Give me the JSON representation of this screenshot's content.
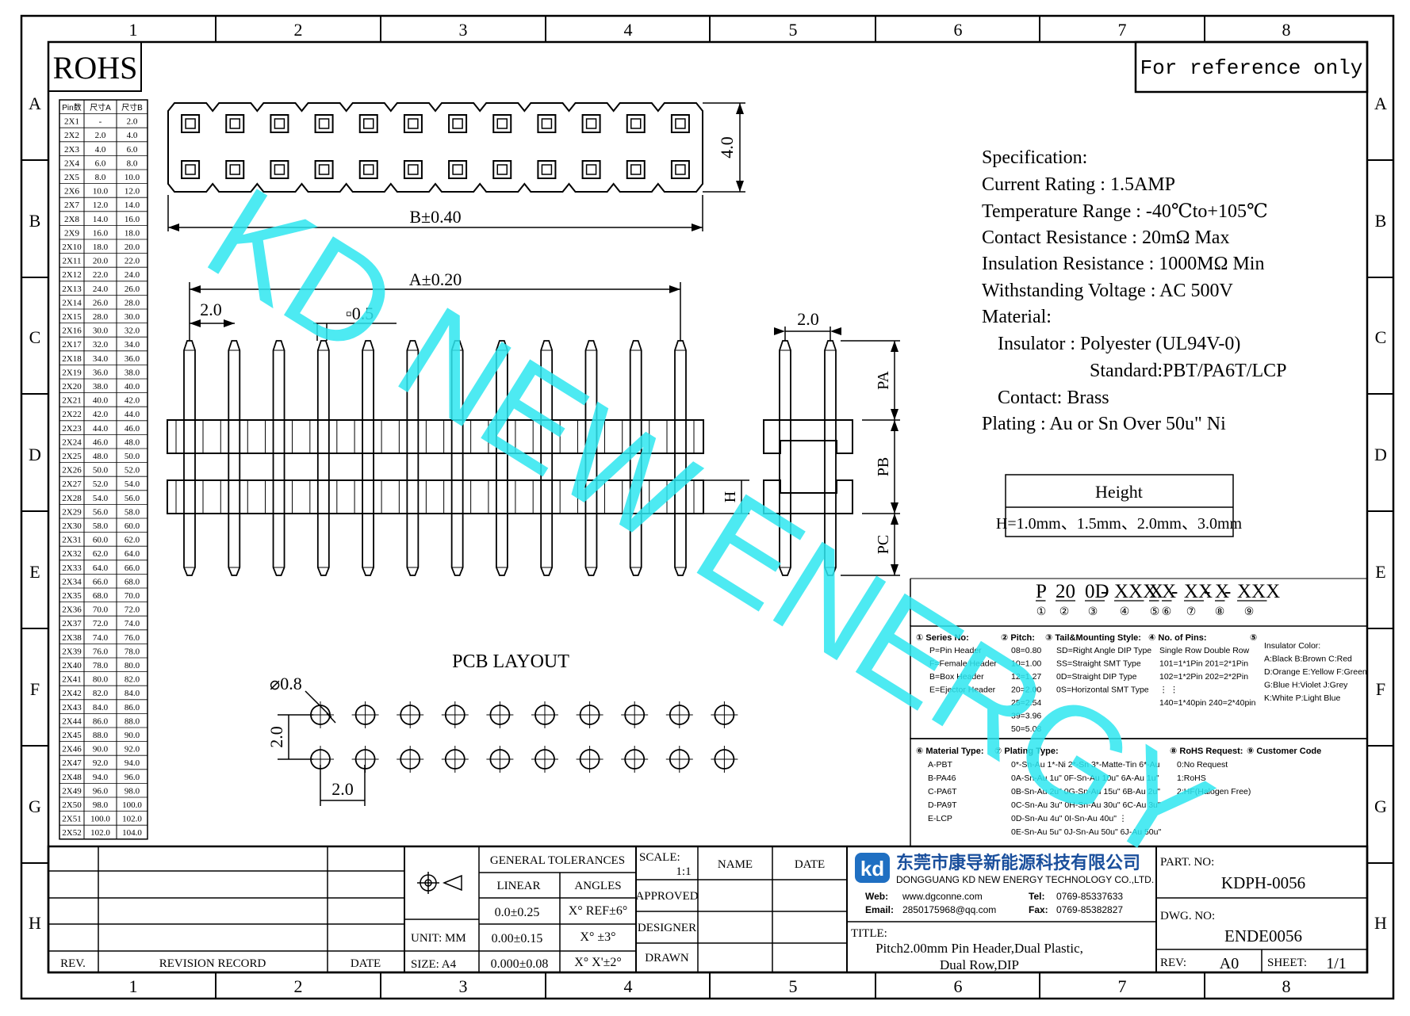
{
  "border": {
    "cols": [
      "1",
      "2",
      "3",
      "4",
      "5",
      "6",
      "7",
      "8"
    ],
    "rows": [
      "A",
      "B",
      "C",
      "D",
      "E",
      "F",
      "G",
      "H"
    ]
  },
  "rohs_label": "ROHS",
  "reference_note": "For reference only",
  "pin_table": {
    "headers": [
      "Pin数",
      "尺寸A",
      "尺寸B"
    ],
    "rows": [
      [
        "2X1",
        "-",
        "2.0"
      ],
      [
        "2X2",
        "2.0",
        "4.0"
      ],
      [
        "2X3",
        "4.0",
        "6.0"
      ],
      [
        "2X4",
        "6.0",
        "8.0"
      ],
      [
        "2X5",
        "8.0",
        "10.0"
      ],
      [
        "2X6",
        "10.0",
        "12.0"
      ],
      [
        "2X7",
        "12.0",
        "14.0"
      ],
      [
        "2X8",
        "14.0",
        "16.0"
      ],
      [
        "2X9",
        "16.0",
        "18.0"
      ],
      [
        "2X10",
        "18.0",
        "20.0"
      ],
      [
        "2X11",
        "20.0",
        "22.0"
      ],
      [
        "2X12",
        "22.0",
        "24.0"
      ],
      [
        "2X13",
        "24.0",
        "26.0"
      ],
      [
        "2X14",
        "26.0",
        "28.0"
      ],
      [
        "2X15",
        "28.0",
        "30.0"
      ],
      [
        "2X16",
        "30.0",
        "32.0"
      ],
      [
        "2X17",
        "32.0",
        "34.0"
      ],
      [
        "2X18",
        "34.0",
        "36.0"
      ],
      [
        "2X19",
        "36.0",
        "38.0"
      ],
      [
        "2X20",
        "38.0",
        "40.0"
      ],
      [
        "2X21",
        "40.0",
        "42.0"
      ],
      [
        "2X22",
        "42.0",
        "44.0"
      ],
      [
        "2X23",
        "44.0",
        "46.0"
      ],
      [
        "2X24",
        "46.0",
        "48.0"
      ],
      [
        "2X25",
        "48.0",
        "50.0"
      ],
      [
        "2X26",
        "50.0",
        "52.0"
      ],
      [
        "2X27",
        "52.0",
        "54.0"
      ],
      [
        "2X28",
        "54.0",
        "56.0"
      ],
      [
        "2X29",
        "56.0",
        "58.0"
      ],
      [
        "2X30",
        "58.0",
        "60.0"
      ],
      [
        "2X31",
        "60.0",
        "62.0"
      ],
      [
        "2X32",
        "62.0",
        "64.0"
      ],
      [
        "2X33",
        "64.0",
        "66.0"
      ],
      [
        "2X34",
        "66.0",
        "68.0"
      ],
      [
        "2X35",
        "68.0",
        "70.0"
      ],
      [
        "2X36",
        "70.0",
        "72.0"
      ],
      [
        "2X37",
        "72.0",
        "74.0"
      ],
      [
        "2X38",
        "74.0",
        "76.0"
      ],
      [
        "2X39",
        "76.0",
        "78.0"
      ],
      [
        "2X40",
        "78.0",
        "80.0"
      ],
      [
        "2X41",
        "80.0",
        "82.0"
      ],
      [
        "2X42",
        "82.0",
        "84.0"
      ],
      [
        "2X43",
        "84.0",
        "86.0"
      ],
      [
        "2X44",
        "86.0",
        "88.0"
      ],
      [
        "2X45",
        "88.0",
        "90.0"
      ],
      [
        "2X46",
        "90.0",
        "92.0"
      ],
      [
        "2X47",
        "92.0",
        "94.0"
      ],
      [
        "2X48",
        "94.0",
        "96.0"
      ],
      [
        "2X49",
        "96.0",
        "98.0"
      ],
      [
        "2X50",
        "98.0",
        "100.0"
      ],
      [
        "2X51",
        "100.0",
        "102.0"
      ],
      [
        "2X52",
        "102.0",
        "104.0"
      ]
    ]
  },
  "dims": {
    "height_4": "4.0",
    "b_tol": "B±0.40",
    "a_tol": "A±0.20",
    "pitch_2": "2.0",
    "sq_05": "▫0.5",
    "side_pitch": "2.0",
    "pa": "PA",
    "pb": "PB",
    "pc": "PC",
    "h": "H",
    "pcb_title": "PCB LAYOUT",
    "hole_dia": "⌀0.8",
    "pcb_vert": "2.0",
    "pcb_horiz": "2.0"
  },
  "spec": {
    "lines": [
      "Specification:",
      "Current Rating : 1.5AMP",
      "Temperature Range : -40℃to+105℃",
      "Contact Resistance : 20mΩ Max",
      "Insulation Resistance : 1000MΩ Min",
      "Withstanding Voltage : AC 500V",
      "Material:",
      "Insulator : Polyester (UL94V-0)",
      "Standard:PBT/PA6T/LCP",
      "Contact: Brass",
      "Plating : Au or Sn Over 50u\" Ni"
    ]
  },
  "height_box": {
    "title": "Height",
    "value": "H=1.0mm、1.5mm、2.0mm、3.0mm"
  },
  "part_code": {
    "segments": [
      "P",
      "20",
      "0D",
      "-",
      "XXX",
      "X",
      "X",
      "-",
      "XX",
      "-",
      "X",
      "-",
      "XXX"
    ],
    "circled": [
      "①",
      "②",
      "③",
      "④",
      "⑤",
      "⑥",
      "⑦",
      "⑧",
      "⑨"
    ]
  },
  "legend_top": [
    {
      "head": "① Series No:",
      "lines": [
        "P=Pin Header",
        "F=Female Header",
        "B=Box Header",
        "E=Ejector Header"
      ]
    },
    {
      "head": "② Pitch:",
      "lines": [
        "08=0.80",
        "10=1.00",
        "12=1.27",
        "20=2.00",
        "25=2.54",
        "39=3.96",
        "50=5.08"
      ]
    },
    {
      "head": "③ Tail&Mounting Style:",
      "lines": [
        "SD=Right Angle DIP Type",
        "SS=Straight SMT Type",
        "0D=Straight DIP Type",
        "0S=Horizontal SMT Type"
      ]
    },
    {
      "head": "④ No. of Pins:",
      "lines": [
        "Single Row   Double Row",
        "101=1*1Pin   201=2*1Pin",
        "102=1*2Pin   202=2*2Pin",
        "  ⋮                ⋮",
        "140=1*40pin  240=2*40pin"
      ]
    },
    {
      "head": "⑤",
      "lines": [
        "Insulator Color:",
        "A:Black  B:Brown  C:Red",
        "D:Orange E:Yellow F:Green",
        "G:Blue   H:Violet J:Grey",
        "K:White  P:Light Blue"
      ]
    }
  ],
  "legend_bottom": [
    {
      "head": "⑥ Material Type:",
      "lines": [
        "A-PBT",
        "B-PA46",
        "C-PA6T",
        "D-PA9T",
        "E-LCP"
      ]
    },
    {
      "head": "⑦ Plating Type:",
      "lines": [
        "0*-Sn-Au 1*-Ni 2*-Sn 3*-Matte-Tin 6*-Au",
        "0A-Sn-Au 1u\" 0F-Sn-Au 10u\"  6A-Au 1u\"",
        "0B-Sn-Au 2u\" 0G-Sn-Au 15u\"  6B-Au 2u\"",
        "0C-Sn-Au 3u\" 0H-Sn-Au 30u\"  6C-Au 3u\"",
        "0D-Sn-Au 4u\" 0I-Sn-Au 40u\"    ⋮",
        "0E-Sn-Au 5u\" 0J-Sn-Au 50u\"  6J-Au 50u\""
      ]
    },
    {
      "head": "⑧ RoHS Request:",
      "lines": [
        "0:No Request",
        "1:RoHS",
        "2:HF(Halogen Free)"
      ]
    },
    {
      "head": "⑨ Customer Code",
      "lines": []
    }
  ],
  "watermark": "KD NEW ENERGY",
  "title_block": {
    "rev_label": "REV.",
    "revision_record": "REVISION RECORD",
    "date_label": "DATE",
    "unit": "UNIT: MM",
    "size": "SIZE: A4",
    "general_tolerances": "GENERAL TOLERANCES",
    "linear": "LINEAR",
    "angles": "ANGLES",
    "tol_rows": [
      [
        "0.0±0.25",
        "X° REF±6°"
      ],
      [
        "0.00±0.15",
        "X° ±3°"
      ],
      [
        "0.000±0.08",
        "X° X'±2°"
      ]
    ],
    "scale_label": "SCALE:",
    "scale_value": "1:1",
    "name_label": "NAME",
    "date_col": "DATE",
    "approved": "APPROVED",
    "designer": "DESIGNER",
    "drawn": "DRAWN",
    "company_cn": "东莞市康导新能源科技有限公司",
    "company_en": "DONGGUANG KD NEW ENERGY TECHNOLOGY CO.,LTD.",
    "web_label": "Web:",
    "web": "www.dgconne.com",
    "tel_label": "Tel:",
    "tel": "0769-85337633",
    "email_label": "Email:",
    "email": "2850175968@qq.com",
    "fax_label": "Fax:",
    "fax": "0769-85382827",
    "title_label": "TITLE:",
    "title_lines": [
      "Pitch2.00mm Pin Header,Dual Plastic,",
      "Dual Row,DIP"
    ],
    "part_no_label": "PART. NO:",
    "part_no": "KDPH-0056",
    "dwg_no_label": "DWG. NO:",
    "dwg_no": "ENDE0056",
    "rev2_label": "REV:",
    "rev_value": "A0",
    "sheet_label": "SHEET:",
    "sheet_value": "1/1",
    "logo_letters": "kd"
  }
}
